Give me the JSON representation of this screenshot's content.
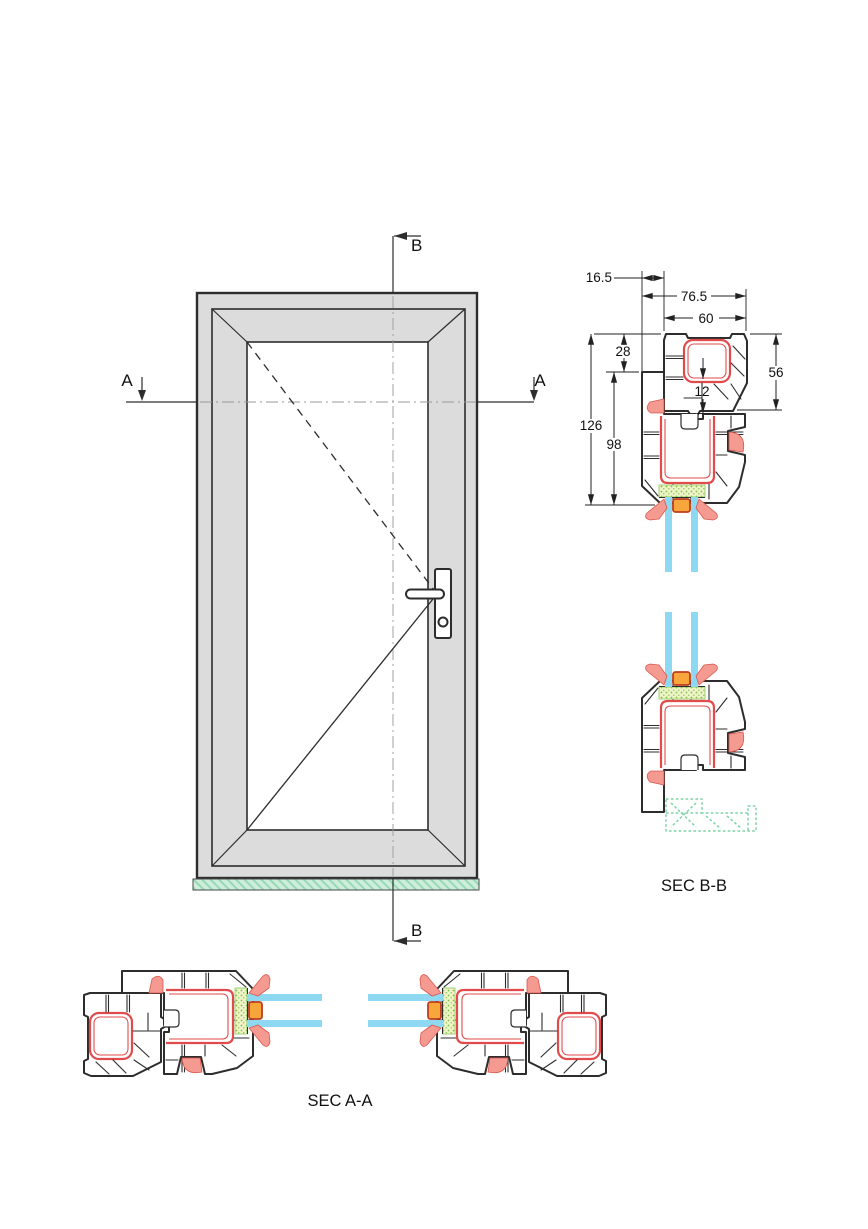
{
  "sections": {
    "bb": {
      "name": "SEC B-B",
      "dims": {
        "d16_5": "16.5",
        "d76_5": "76.5",
        "d60": "60",
        "d28": "28",
        "d126": "126",
        "d98": "98",
        "d56": "56",
        "d12": "12"
      }
    },
    "aa": {
      "name": "SEC A-A"
    }
  },
  "elevation": {
    "marker_a": "A",
    "marker_b": "B"
  },
  "colors": {
    "outline": "#2d2d2d",
    "red": "#e24b4b",
    "pink": "#f59a90",
    "pinkEdge": "#d8574d",
    "glass": "#8fd8f1",
    "orange": "#f7a63b",
    "orangeEdge": "#bf3c1e",
    "sealBg": "#eef3c8",
    "sealDot": "#7fc141",
    "sealEdge": "#8cc75a",
    "sillGreen": "#7ed3a4",
    "sillBg": "#cdeeda",
    "sillLine": "#93d7b3",
    "doorGray": "#dcdcdc",
    "dimColor": "#222222",
    "text": "#111111"
  }
}
